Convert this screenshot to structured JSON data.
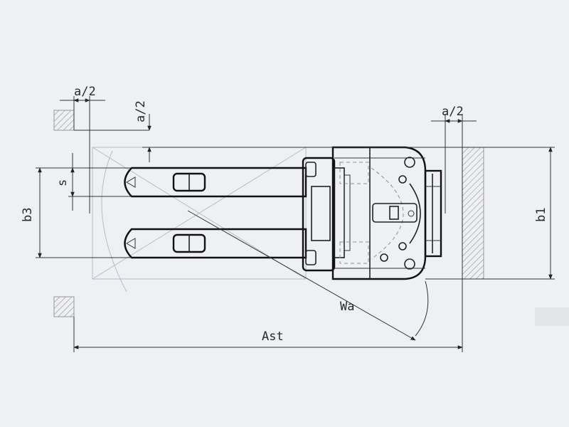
{
  "colors": {
    "background": "#eef0f4",
    "line": "#222222",
    "hatch": "#999999",
    "faint": "#b8bcc4"
  },
  "dimensions": {
    "half_a_left": "a/2",
    "half_a_vertical": "a/2",
    "half_a_right": "a/2",
    "s": "s",
    "b3": "b3",
    "b1": "b1",
    "wa": "Wa",
    "ast": "Ast"
  }
}
